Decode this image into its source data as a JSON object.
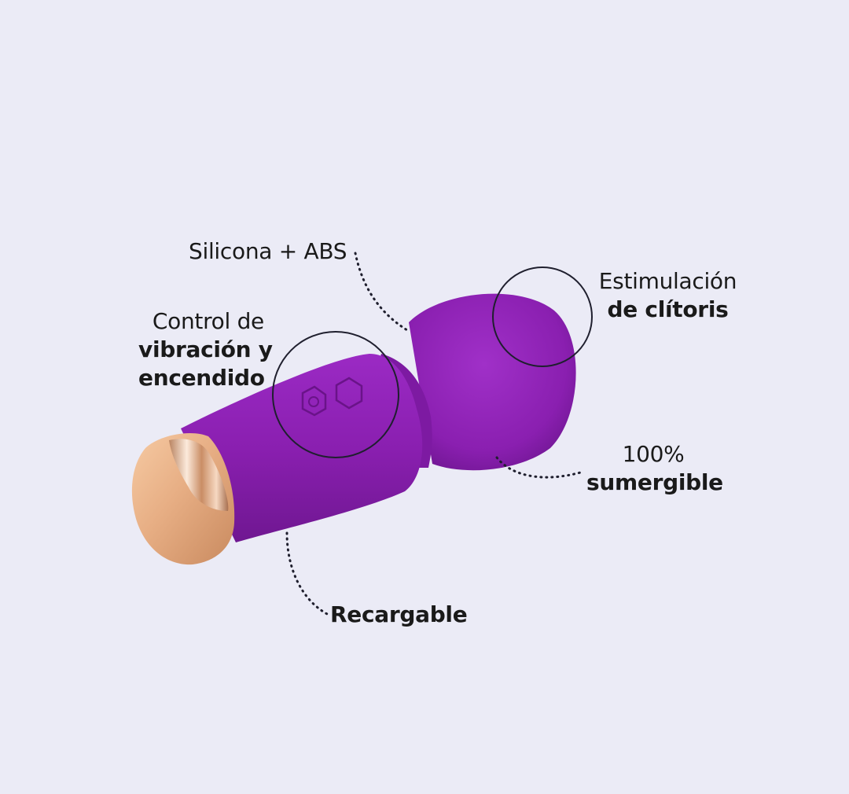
{
  "labels": {
    "material": "Silicona + ABS",
    "control": {
      "line1": "Control de",
      "line2": "vibración y",
      "line3": "encendido"
    },
    "clitoris": {
      "line1": "Estimulación",
      "line2": "de clítoris"
    },
    "water": {
      "line1": "100%",
      "line2": "sumergible"
    },
    "charge": "Recargable"
  },
  "colors": {
    "background": "#ebebf6",
    "body_purple": "#8a1fb0",
    "cap_gold": "#e7ae84",
    "text": "#1a1a1a"
  }
}
